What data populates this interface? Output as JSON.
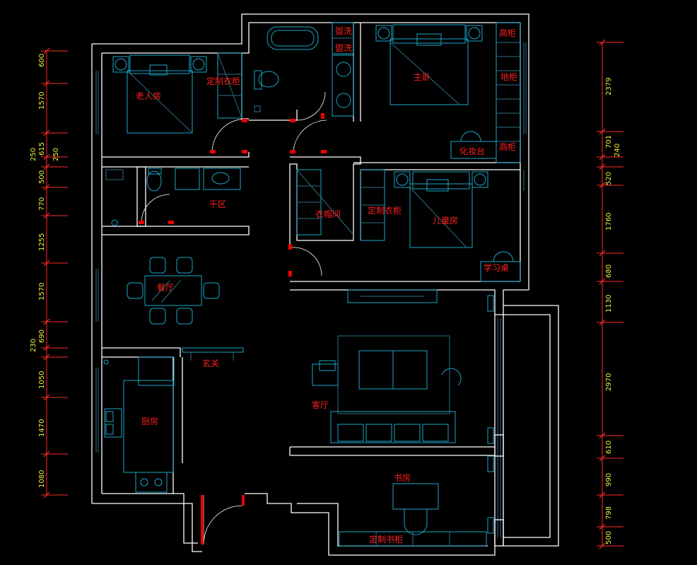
{
  "labels": {
    "elder_room": "老人房",
    "custom_wardrobe_1": "定制衣柜",
    "bathroom_cabinet_1": "盥洗",
    "bathroom_cabinet_2": "盥洗",
    "master_bedroom": "主卧",
    "tall_cabinet_1": "高柜",
    "floor_cabinet": "地柜",
    "dresser": "化妆台",
    "tall_cabinet_2": "高柜",
    "dry_area": "干区",
    "cloakroom": "衣帽间",
    "custom_wardrobe_2": "定制衣柜",
    "kids_room": "儿童房",
    "study_desk": "学习桌",
    "dining": "餐厅",
    "foyer": "玄关",
    "living_room": "客厅",
    "kitchen": "厨房",
    "study": "书房",
    "custom_bookcase": "定制书柜"
  },
  "dimensions_left": [
    "600",
    "1570",
    "250",
    "615",
    "250",
    "500",
    "770",
    "1255",
    "1570",
    "230",
    "690",
    "1050",
    "1470",
    "1080"
  ],
  "dimensions_right": [
    "2379",
    "701",
    "240",
    "520",
    "1760",
    "680",
    "1130",
    "2970",
    "610",
    "990",
    "798",
    "500"
  ]
}
